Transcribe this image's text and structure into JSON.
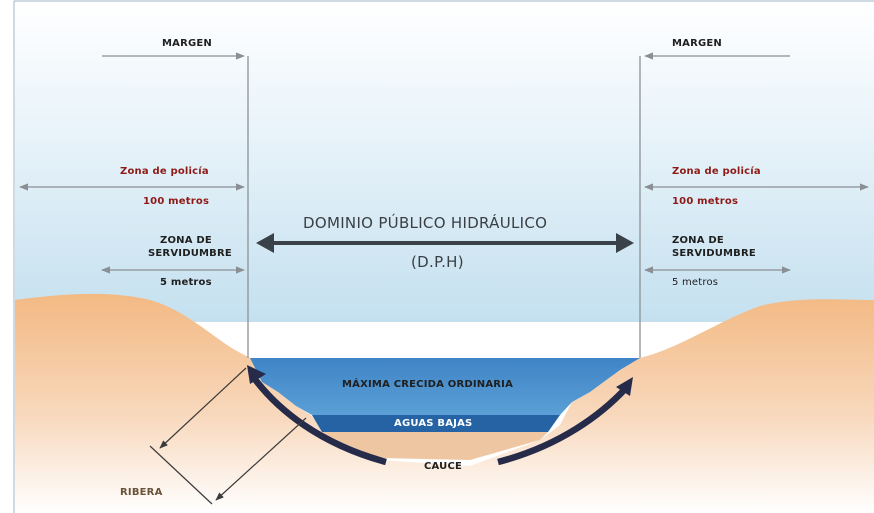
{
  "margin_left": "MARGEN",
  "margin_right": "MARGEN",
  "police_zone_left": "Zona de policía",
  "police_zone_right": "Zona de policía",
  "police_width_left": "100 metros",
  "police_width_right": "100 metros",
  "easement_zone_left": [
    "ZONA DE",
    "SERVIDUMBRE"
  ],
  "easement_zone_right": [
    "ZONA DE",
    "SERVIDUMBRE"
  ],
  "easement_width_left": "5 metros",
  "easement_width_right": "5 metros",
  "public_domain_title": "DOMINIO PÚBLICO HIDRÁULICO",
  "public_domain_abbrev": "(D.P.H)",
  "max_flood_label": "MÁXIMA CRECIDA ORDINARIA",
  "low_water_label": "AGUAS BAJAS",
  "channel_label": "CAUCE",
  "bank_label": "RIBERA",
  "colors": {
    "sky_top": "#e9f4fa",
    "sky_bottom": "#c7e2f0",
    "ground": "#f2b47c",
    "ground_light": "#f8dcc0",
    "flood_water": "#4d92cf",
    "low_water": "#2563a4",
    "channel_arrow": "#262b4a",
    "dph_arrow": "#3a4149",
    "red_text": "#8e1a16"
  }
}
